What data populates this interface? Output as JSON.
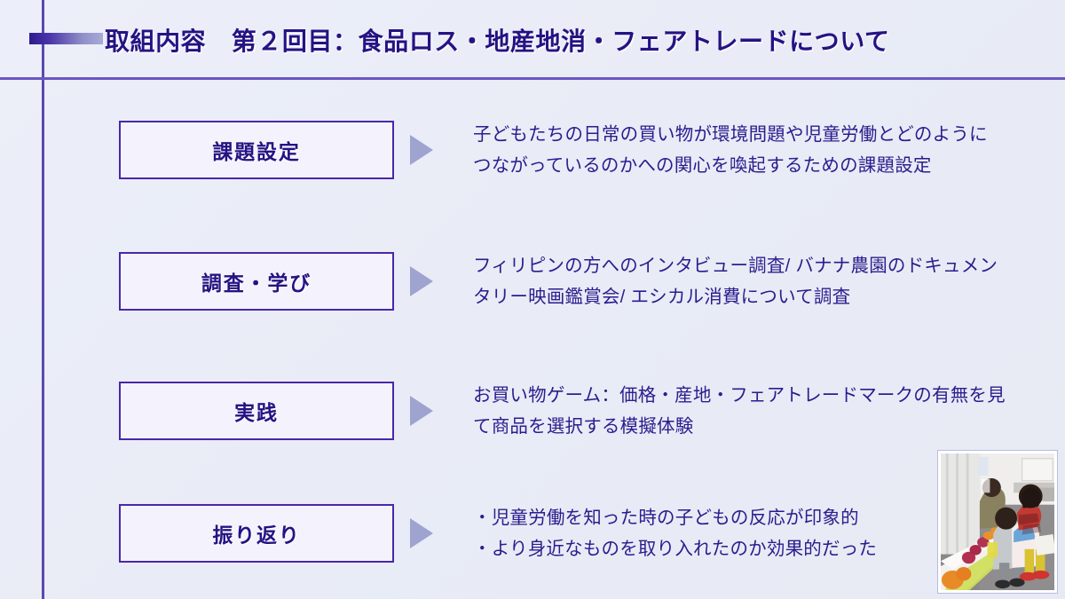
{
  "header": {
    "title": "取組内容　第２回目：食品ロス・地産地消・フェアトレードについて"
  },
  "colors": {
    "background": "#ebeef8",
    "line_purple": "#6a55c4",
    "title_indigo": "#251283",
    "box_border": "#4a27a8",
    "arrow_periwinkle": "#9ea3d0",
    "body_text": "#2b1d8e"
  },
  "rows": [
    {
      "label": "課題設定",
      "text": "子どもたちの日常の買い物が環境問題や児童労働とどのようにつながっているのかへの関心を喚起するための課題設定"
    },
    {
      "label": "調査・学び",
      "text": "フィリピンの方へのインタビュー調査/ バナナ農園のドキュメンタリー映画鑑賞会/ エシカル消費について調査"
    },
    {
      "label": "実践",
      "text": "お買い物ゲーム：価格・産地・フェアトレードマークの有無を見て商品を選択する模擬体験"
    },
    {
      "label": "振り返り",
      "text": "・児童労働を知った時の子どもの反応が印象的\n・より身近なものを取り入れたのか効果的だった"
    }
  ],
  "photo": {
    "caption": "children-shopping-game-photo"
  }
}
